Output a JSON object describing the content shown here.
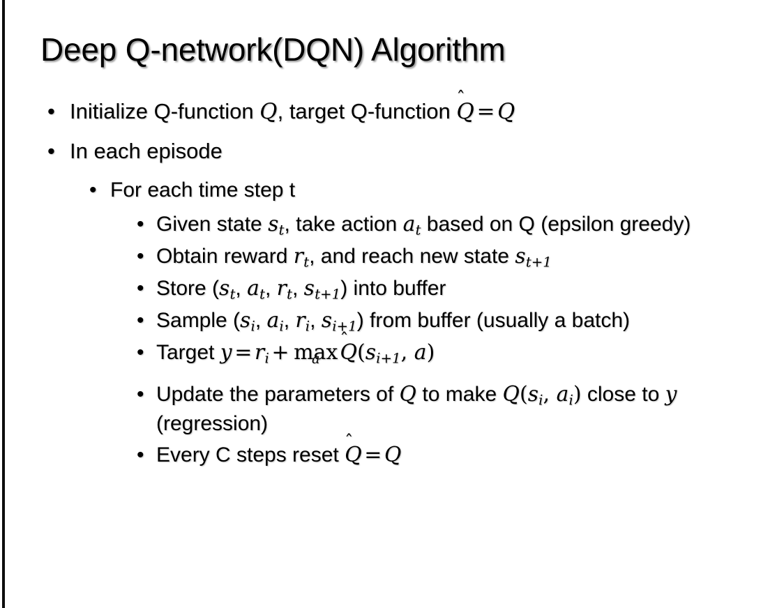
{
  "slide": {
    "title": "Deep Q-network(DQN) Algorithm",
    "background_color": "#ffffff",
    "text_color": "#000000",
    "accent_bar_color": "#0d0d0d",
    "bullet_glyph": "•"
  },
  "content": {
    "l1_initialize": {
      "prefix": "Initialize Q-function ",
      "var_q1": "Q",
      "mid": ", target Q-function ",
      "qhat": "Q",
      "hat": "̂",
      "equals": "=",
      "var_q2": "Q"
    },
    "l1_episode": {
      "text": "In each episode"
    },
    "l2_timestep": {
      "text": "For each time step t"
    },
    "l3_given": {
      "p1": "Given state ",
      "s": "s",
      "s_sub": "t",
      "p2": ", take action ",
      "a": "a",
      "a_sub": "t",
      "p3": " based on Q (epsilon greedy)"
    },
    "l3_obtain": {
      "p1": "Obtain reward ",
      "r": "r",
      "r_sub": "t",
      "p2": ", and reach new state ",
      "s": "s",
      "s_sub": "t+1"
    },
    "l3_store": {
      "p1": "Store (",
      "s": "s",
      "s_sub": "t",
      "c1": ", ",
      "a": "a",
      "a_sub": "t",
      "c2": ", ",
      "r": "r",
      "r_sub": "t",
      "c3": ", ",
      "s2": "s",
      "s2_sub": "t+1",
      "p2": ") into buffer"
    },
    "l3_sample": {
      "p1": "Sample (",
      "s": "s",
      "s_sub": "i",
      "c1": ", ",
      "a": "a",
      "a_sub": "i",
      "c2": ", ",
      "r": "r",
      "r_sub": "i",
      "c3": ", ",
      "s2": "s",
      "s2_sub": "i+1",
      "p2": ") from buffer (usually a batch)"
    },
    "l3_target": {
      "p1": "Target ",
      "y": "y",
      "eq": "=",
      "r": "r",
      "r_sub": "i",
      "plus": "+",
      "max": "max",
      "max_limit": "a",
      "qhat": "Q",
      "hat": "̂",
      "open": "(",
      "s": "s",
      "s_sub": "i+1",
      "comma": ", ",
      "a": "a",
      "close": ")"
    },
    "l3_update": {
      "p1": "Update the parameters of ",
      "q1": "Q",
      "p2": " to make ",
      "q2": "Q",
      "open": "(",
      "s": "s",
      "s_sub": "i",
      "comma": ", ",
      "a": "a",
      "a_sub": "i",
      "close": ")",
      "p3": " close to ",
      "y": "y",
      "p4": " (regression)"
    },
    "l3_reset": {
      "p1": "Every C steps reset ",
      "qhat": "Q",
      "hat": "̂",
      "eq": "=",
      "q": "Q"
    }
  }
}
